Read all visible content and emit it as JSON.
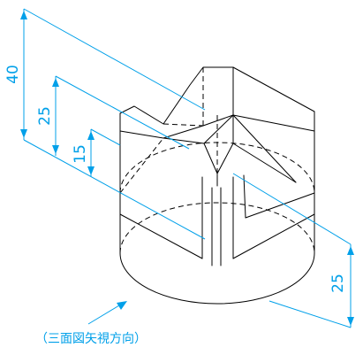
{
  "dimensions": {
    "d40": "40",
    "d25_left": "25",
    "d15": "15",
    "d25_right": "25"
  },
  "note": {
    "view_direction": "（三面図矢視方向）"
  },
  "colors": {
    "dimension": "#00a0e9",
    "outline": "#000000"
  }
}
